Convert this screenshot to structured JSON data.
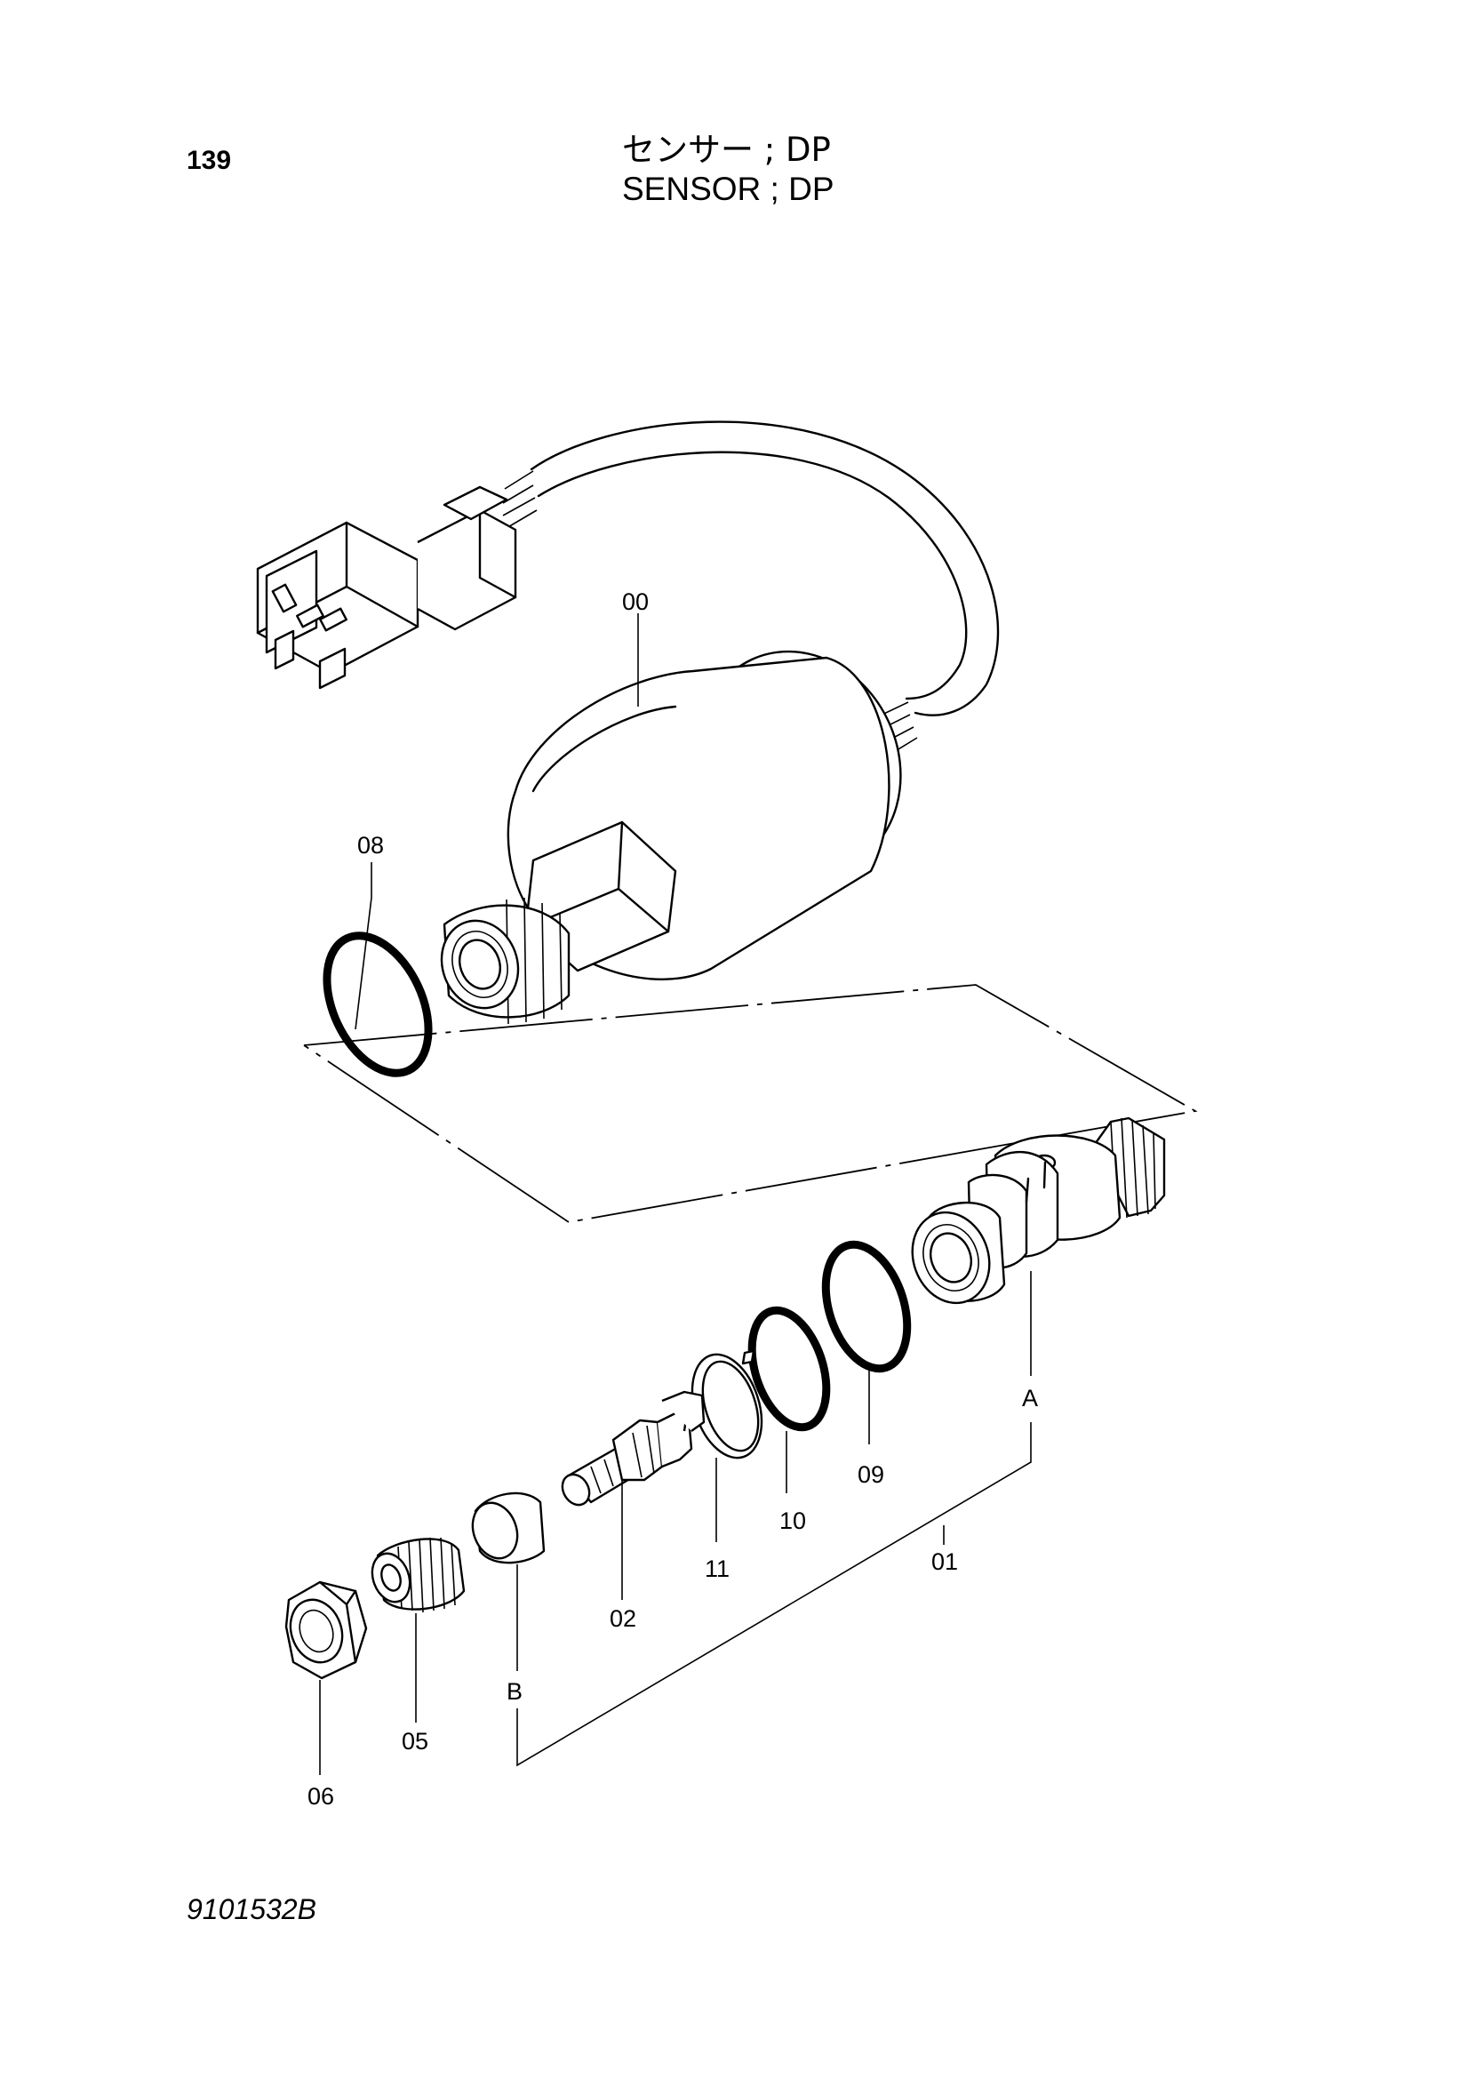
{
  "header": {
    "page_number": "139",
    "title_jp": "センサー ; DP",
    "title_en": "SENSOR ; DP"
  },
  "footer": {
    "drawing_number": "9101532B"
  },
  "callouts": [
    {
      "id": "00",
      "label": "00"
    },
    {
      "id": "08",
      "label": "08"
    },
    {
      "id": "A",
      "label": "A"
    },
    {
      "id": "09",
      "label": "09"
    },
    {
      "id": "10",
      "label": "10"
    },
    {
      "id": "11",
      "label": "11"
    },
    {
      "id": "01",
      "label": "01"
    },
    {
      "id": "02",
      "label": "02"
    },
    {
      "id": "B",
      "label": "B"
    },
    {
      "id": "05",
      "label": "05"
    },
    {
      "id": "06",
      "label": "06"
    }
  ],
  "icons": [
    "pressure-sensor-icon",
    "connector-icon",
    "o-ring-icon",
    "fitting-icon",
    "snap-ring-icon",
    "valve-spool-icon",
    "bushing-icon",
    "spring-icon",
    "nut-icon"
  ]
}
